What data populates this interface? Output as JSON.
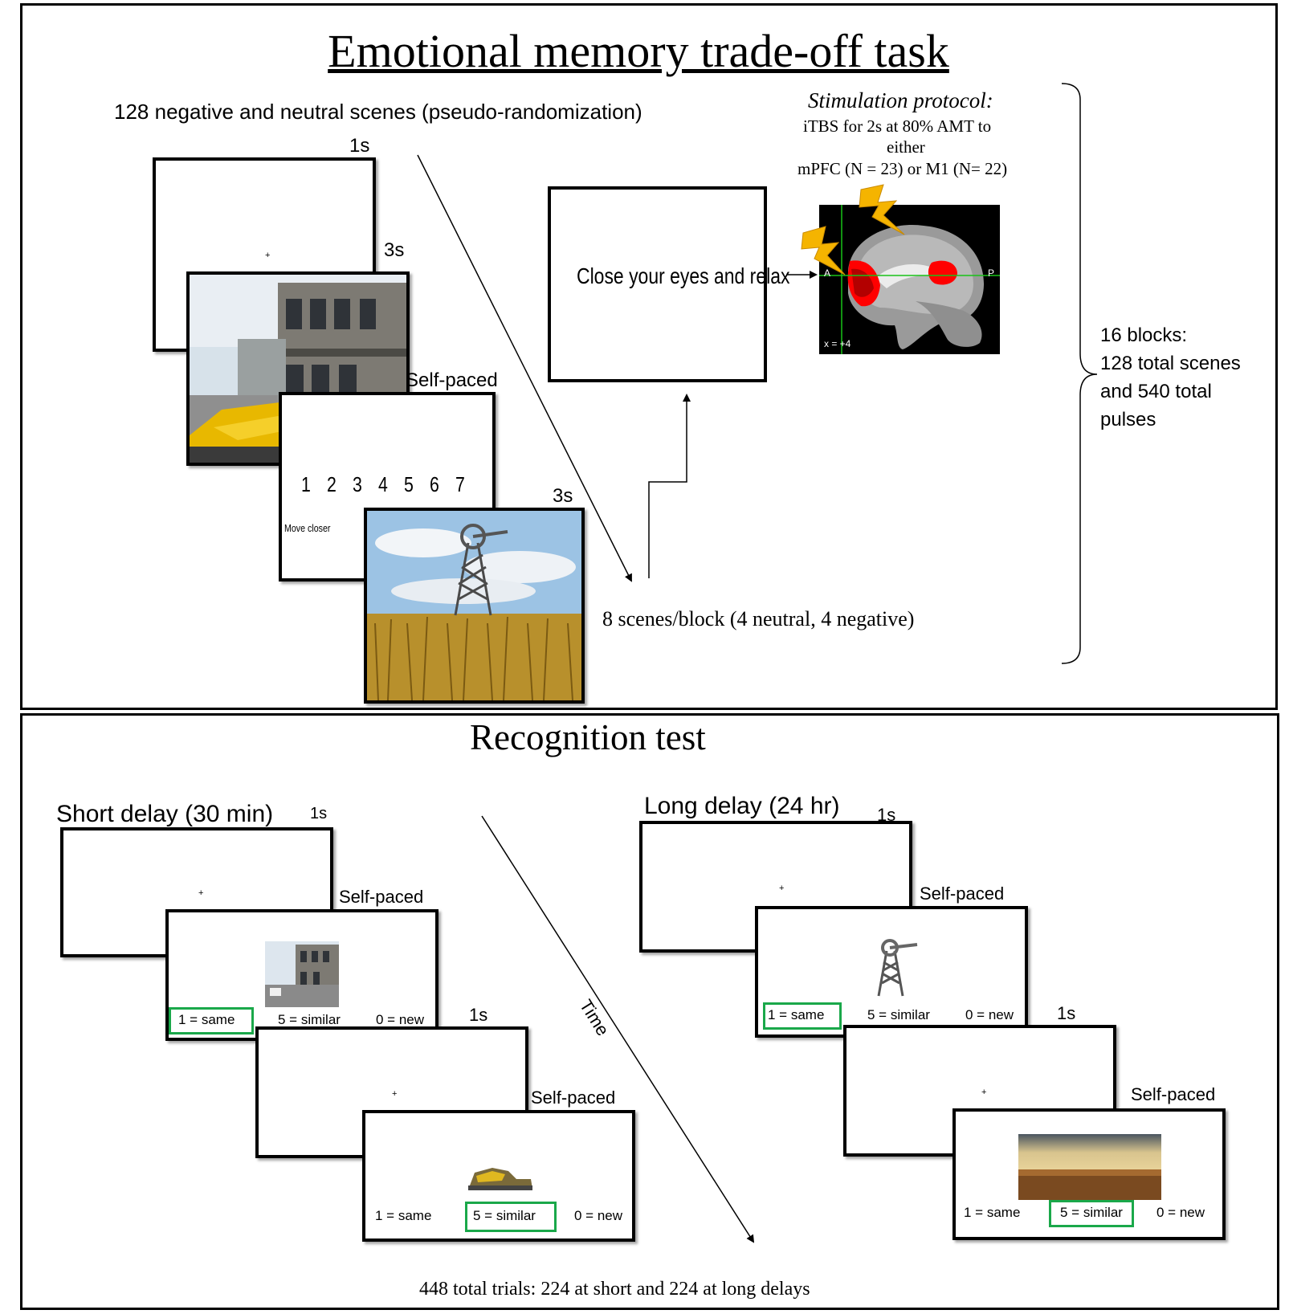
{
  "encoding": {
    "title": "Emotional memory trade-off task",
    "scenes_note": "128 negative and neutral scenes (pseudo-randomization)",
    "timings": {
      "fixation": "1s",
      "scene": "3s",
      "rating": "Self-paced",
      "second_scene": "3s"
    },
    "rating_scale": [
      "1",
      "2",
      "3",
      "4",
      "5",
      "6",
      "7"
    ],
    "rating_anchor": "Move closer",
    "rest_text": "Close your eyes and relax",
    "stimulation": {
      "heading": "Stimulation protocol:",
      "line1": "iTBS for 2s at 80% AMT to",
      "line2": "either",
      "line3": "mPFC (N = 23) or M1 (N= 22)"
    },
    "brain_labels": {
      "anterior": "A",
      "posterior": "P",
      "coordinate": "x = +4"
    },
    "block_note": "8 scenes/block (4 neutral, 4 negative)",
    "summary": [
      "16 blocks:",
      "128 total scenes",
      "and 540 total",
      "pulses"
    ]
  },
  "recognition": {
    "title": "Recognition test",
    "short": {
      "label": "Short delay (30 min)",
      "t1": "1s",
      "t2": "Self-paced",
      "t3": "1s",
      "t4": "Self-paced"
    },
    "long": {
      "label": "Long delay (24 hr)",
      "t1": "1s",
      "t2": "Self-paced",
      "t3": "1s",
      "t4": "Self-paced"
    },
    "responses": {
      "same": "1 = same",
      "similar": "5 = similar",
      "new": "0 = new"
    },
    "time_label": "Time",
    "footer": "448 total trials: 224 at short and 224 at long delays"
  },
  "fixation_mark": "+",
  "colors": {
    "highlight": "#1aa84a",
    "stimulation": "#f5b400",
    "activation": "#e00000",
    "brain_bg": "#000000"
  }
}
